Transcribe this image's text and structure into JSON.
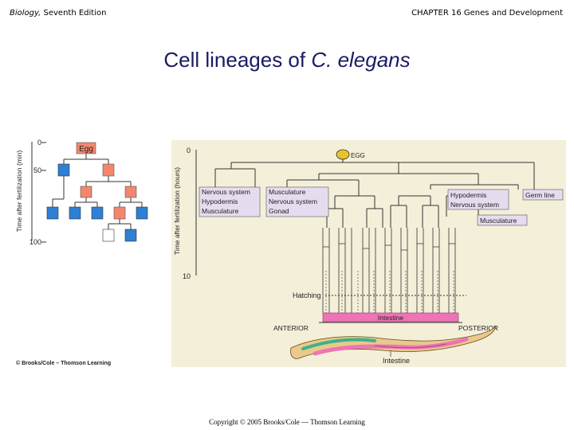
{
  "header": {
    "book_title": "Biology,",
    "edition": " Seventh Edition",
    "chapter": "CHAPTER 16 Genes and Development"
  },
  "slide": {
    "title_main": "Cell lineages of ",
    "title_species": "C. elegans"
  },
  "left_diagram": {
    "axis_label": "Time after fertilization (min)",
    "ticks": [
      "0",
      "50",
      "100"
    ],
    "egg_label": "Egg",
    "credit": "© Brooks/Cole – Thomson Learning"
  },
  "right_diagram": {
    "axis_label": "Time after fertilization (hours)",
    "ticks": [
      "0",
      "10"
    ],
    "egg_label": "EGG",
    "group1": [
      "Nervous system",
      "Hypodermis",
      "Musculature"
    ],
    "group2": [
      "Musculature",
      "Nervous system",
      "Gonad"
    ],
    "group3": [
      "Hypodermis",
      "Nervous system"
    ],
    "germ_line": "Germ line",
    "musculature": "Musculature",
    "hatching": "Hatching",
    "intestine_bar": "Intestine",
    "anterior": "ANTERIOR",
    "posterior": "POSTERIOR",
    "intestine_worm": "Intestine"
  },
  "footer": {
    "copyright": "Copyright © 2005 Brooks/Cole — Thomson Learning"
  },
  "colors": {
    "title": "#1a1a66",
    "salmon_cell": "#f4866e",
    "blue_cell": "#2f7fd3",
    "panel_bg": "#f4efd9",
    "lavender_box": "#e6dcef",
    "pink_bar": "#ee74b5",
    "line_color": "#1a1a1a"
  }
}
